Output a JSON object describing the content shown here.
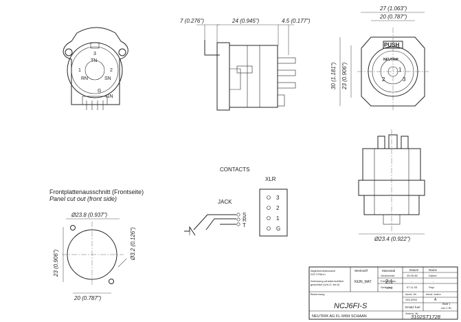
{
  "front_view": {
    "pin_labels": [
      "TN",
      "RN",
      "SN",
      "1",
      "2",
      "3",
      "G",
      "GN"
    ]
  },
  "side_view": {
    "dims": [
      "7 (0.276\")",
      "24 (0.945\")",
      "4.5 (0.177\")"
    ]
  },
  "end_view": {
    "push_label": "PUSH",
    "brand_label": "NEUTRIK",
    "dims": [
      "27 (1.063\")",
      "20 (0.787\")",
      "30 (1.181\")",
      "23 (0.906\")"
    ],
    "pin_labels": [
      "1",
      "2",
      "3"
    ]
  },
  "rear_view": {
    "dim": "Ø23.4 (0.922\")"
  },
  "contacts": {
    "title": "CONTACTS",
    "xlr_label": "XLR",
    "jack_label": "JACK",
    "xlr_pins": [
      "3",
      "2",
      "1",
      "G"
    ],
    "jack_pins": [
      "S",
      "R",
      "T"
    ]
  },
  "panel_cutout": {
    "title_de": "Frontplattenausschnitt (Frontseite)",
    "title_en": "Panel cut out (front side)",
    "dims": [
      "Ø23.8 (0.937\")",
      "23 (0.906\")",
      "Ø3.2 (0.126\")",
      "20 (0.787\")"
    ]
  },
  "title_block": {
    "r1": [
      "Allgemeintoleranzen\nISO 2768-m",
      "Werkstoff",
      "Massstab",
      "",
      "Datum",
      "Name"
    ],
    "notes": [
      "Allgemeintoleranzen",
      "ISO 2768-m",
      "Zeichnung urheberrechtlich",
      "geschützt (Urh.G. Art.6)",
      "Benennung"
    ],
    "material_label": "Werkstoff",
    "material_value": "KEIN_MAT",
    "scale_label": "Massstab",
    "scale_value": "2:1",
    "scale_sub": "1:A3",
    "rows": [
      {
        "label": "Gezeichnet",
        "date": "25.05.98",
        "name": "Datzer"
      },
      {
        "label": "Freigegeben",
        "date": "-",
        "name": "-"
      },
      {
        "label": "Geändert",
        "date": "07.11.03",
        "name": "Payr"
      }
    ],
    "hdr_date": "Datum",
    "hdr_name": "Name",
    "aend_nr_label": "Aend.-Nr.",
    "aend_nr_value": "245-3903",
    "aend_index_label": "Aend.-Index",
    "aend_index_value": "A",
    "part_name": "NCJ6FI-S",
    "ersatz_label": "Ersatz fuer:",
    "sheet_label": "Blatt 1",
    "sheet_of": "von 1 Bl.",
    "zeichnr_label": "Zeichn.-Nr.",
    "drawing_no": "3102ST1728",
    "company": "NEUTRIK AG  FL-9494 SCHAAN"
  }
}
